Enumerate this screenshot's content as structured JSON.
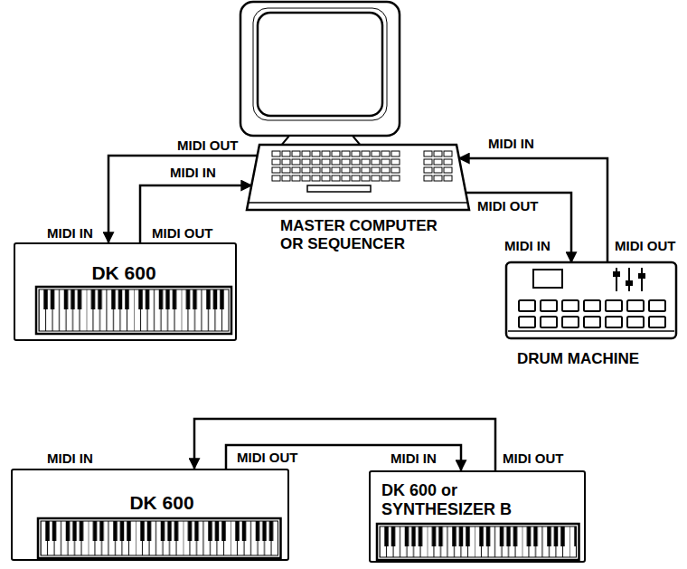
{
  "diagram": {
    "nodes": [
      {
        "text": [
          "MASTER COMPUTER OR SEQUENCER"
        ]
      },
      {
        "text": [
          "DK 600"
        ]
      },
      {
        "text": [
          "DRUM MACHINE"
        ]
      },
      {
        "text": [
          "DK 600"
        ]
      },
      {
        "text": [
          "DK 600 or SYNTHESIZER B"
        ]
      }
    ],
    "edges": [
      {
        "from": 0,
        "to": 1,
        "arrow": "to"
      },
      {
        "from": 1,
        "to": 0,
        "arrow": "to"
      },
      {
        "from": 0,
        "to": 2,
        "arrow": "to"
      },
      {
        "from": 2,
        "to": 0,
        "arrow": "to"
      },
      {
        "from": 3,
        "to": 4,
        "arrow": "to"
      },
      {
        "from": 4,
        "to": 3,
        "arrow": "to"
      }
    ],
    "labels": [
      "MIDI OUT",
      "MIDI IN",
      "MIDI IN",
      "MIDI OUT",
      "MIDI IN",
      "MIDI OUT",
      "MIDI IN",
      "MIDI OUT",
      "MIDI IN",
      "MIDI OUT",
      "MIDI IN",
      "MIDI OUT"
    ]
  }
}
